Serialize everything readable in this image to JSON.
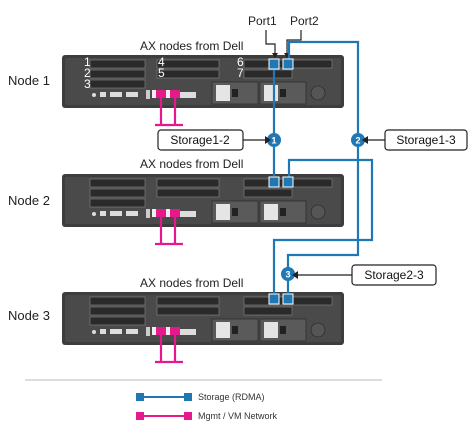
{
  "ports": {
    "port1": "Port1",
    "port2": "Port2"
  },
  "nodes": [
    {
      "label": "Node 1",
      "title": "AX nodes from Dell",
      "slots": [
        "1",
        "2",
        "3",
        "4",
        "5",
        "6",
        "7"
      ]
    },
    {
      "label": "Node 2",
      "title": "AX nodes from Dell"
    },
    {
      "label": "Node 3",
      "title": "AX nodes from Dell"
    }
  ],
  "connections": [
    {
      "badge": "1",
      "label": "Storage1-2"
    },
    {
      "badge": "2",
      "label": "Storage1-3"
    },
    {
      "badge": "3",
      "label": "Storage2-3"
    }
  ],
  "legend": {
    "items": [
      {
        "label": "Storage (RDMA)",
        "color": "#1f78b4"
      },
      {
        "label": "Mgmt / VM Network",
        "color": "#e6198c"
      }
    ]
  },
  "colors": {
    "storage": "#1f78b4",
    "mgmt": "#e6198c",
    "chassis": "#3a3a3a"
  }
}
